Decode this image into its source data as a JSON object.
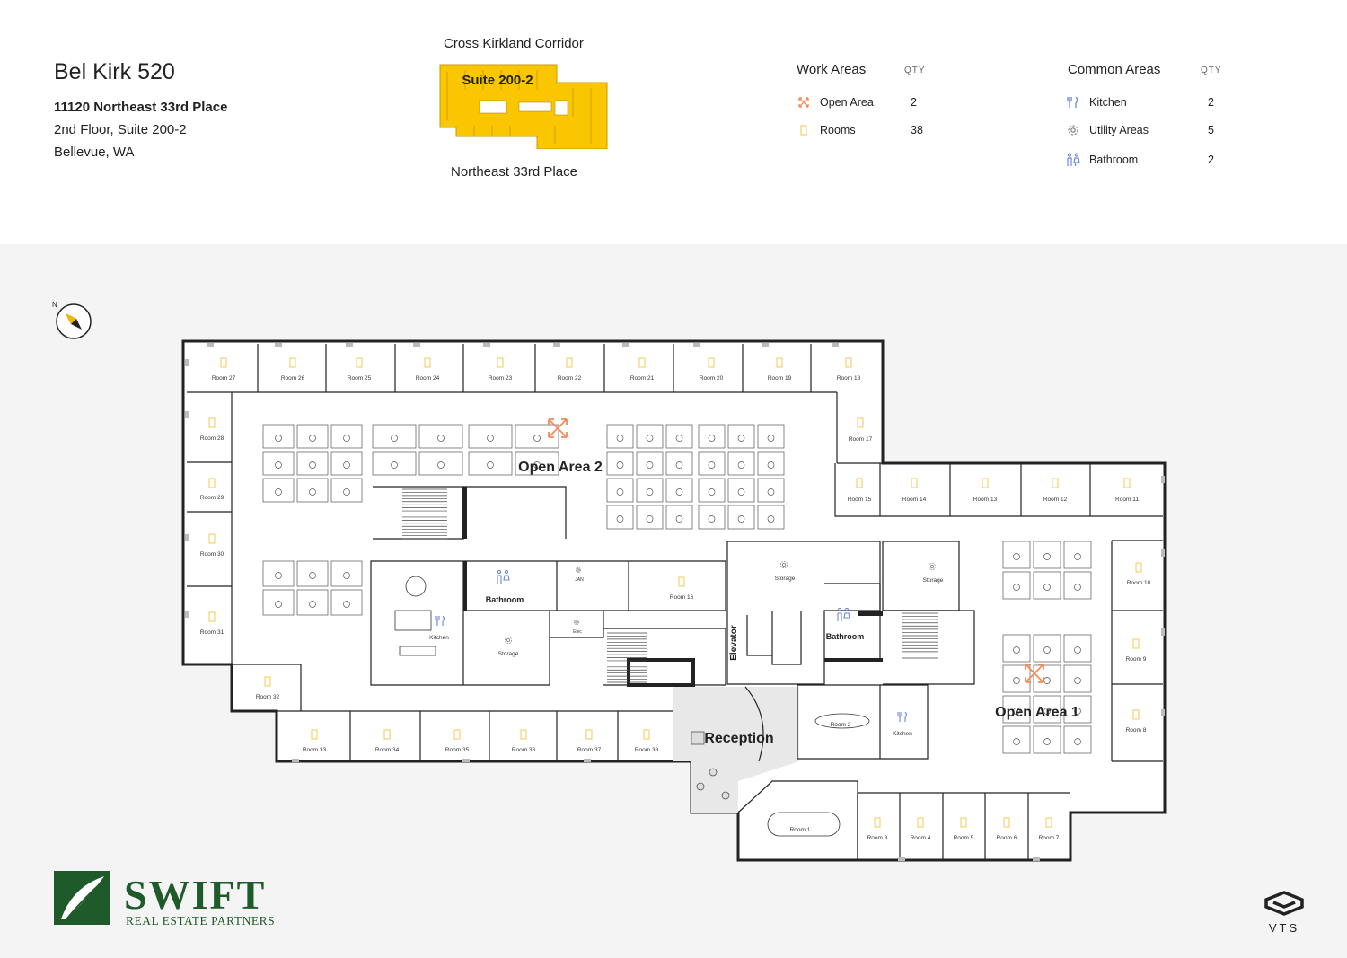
{
  "header": {
    "title": "Bel Kirk 520",
    "address_line1": "11120 Northeast 33rd Place",
    "address_line2": "2nd Floor, Suite 200-2",
    "address_line3": "Bellevue, WA"
  },
  "key_plan": {
    "top_label": "Cross Kirkland Corridor",
    "bottom_label": "Northeast 33rd Place",
    "suite_label": "Suite 200-2",
    "highlight_color": "#f9c600"
  },
  "work_areas": {
    "title": "Work Areas",
    "qty_header": "QTY",
    "items": [
      {
        "label": "Open Area",
        "qty": "2",
        "icon": "open-area-icon"
      },
      {
        "label": "Rooms",
        "qty": "38",
        "icon": "room-icon"
      }
    ]
  },
  "common_areas": {
    "title": "Common Areas",
    "qty_header": "QTY",
    "items": [
      {
        "label": "Kitchen",
        "qty": "2",
        "icon": "kitchen-icon"
      },
      {
        "label": "Utility Areas",
        "qty": "5",
        "icon": "gear-icon"
      },
      {
        "label": "Bathroom",
        "qty": "2",
        "icon": "bathroom-icon"
      }
    ]
  },
  "compass": {
    "label": "N"
  },
  "floor_plan": {
    "open_area_2": "Open Area 2",
    "open_area_1": "Open Area 1",
    "reception": "Reception",
    "elevator": "Elevator",
    "bathroom_a": "Bathroom",
    "bathroom_b": "Bathroom",
    "kitchen_a": "Kitchen",
    "kitchen_b": "Kitchen",
    "storage_a": "Storage",
    "storage_b": "Storage",
    "storage_c": "Storage",
    "jan": "JAN",
    "elec": "Elec",
    "rooms": {
      "r1": "Room 1",
      "r2": "Room 2",
      "r3": "Room 3",
      "r4": "Room 4",
      "r5": "Room 5",
      "r6": "Room 6",
      "r7": "Room 7",
      "r8": "Room 8",
      "r9": "Room 9",
      "r10": "Room 10",
      "r11": "Room 11",
      "r12": "Room 12",
      "r13": "Room 13",
      "r14": "Room 14",
      "r15": "Room 15",
      "r16": "Room 16",
      "r17": "Room 17",
      "r18": "Room 18",
      "r19": "Room 19",
      "r20": "Room 20",
      "r21": "Room 21",
      "r22": "Room 22",
      "r23": "Room 23",
      "r24": "Room 24",
      "r25": "Room 25",
      "r26": "Room 26",
      "r27": "Room 27",
      "r28": "Room 28",
      "r29": "Room 29",
      "r30": "Room 30",
      "r31": "Room 31",
      "r32": "Room 32",
      "r33": "Room 33",
      "r34": "Room 34",
      "r35": "Room 35",
      "r36": "Room 36",
      "r37": "Room 37",
      "r38": "Room 38"
    }
  },
  "logo": {
    "name": "SWIFT",
    "tagline": "REAL ESTATE PARTNERS",
    "color": "#1f5a2a"
  },
  "vts": {
    "label": "VTS"
  },
  "colors": {
    "open_area": "#f28c5a",
    "room_icon": "#f5c542",
    "common_icon": "#6e87d6",
    "wall": "#222222"
  }
}
